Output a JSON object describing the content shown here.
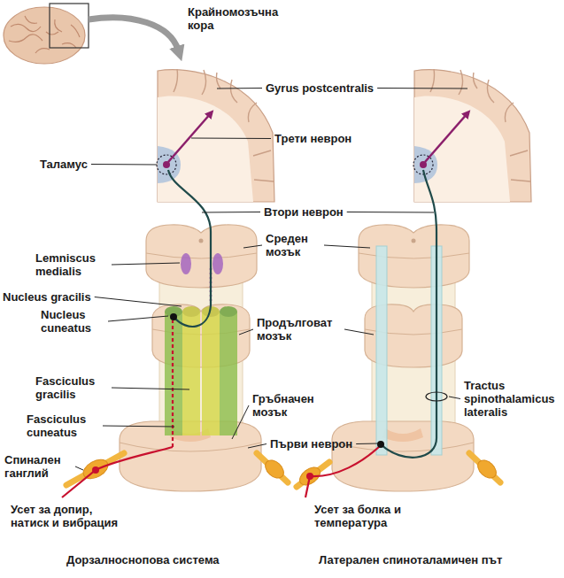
{
  "diagram": {
    "labels": [
      "Крайномозъчна кора",
      "Gyrus postcentralis",
      "Трети неврон",
      "Таламус",
      "Втори неврон",
      "Lemniscus medialis",
      "Среден мозък",
      "Nucleus gracilis",
      "Nucleus cuneatus",
      "Продълговат мозък",
      "Fasciculus gracilis",
      "Гръбначен мозък",
      "Tractus spinothalamicus lateralis",
      "Fasciculus cuneatus",
      "Първи неврон",
      "Спинален ганглий",
      "Усет за допир, натиск и вибрация",
      "Усет за болка и температура",
      "Дорзалноснопова система",
      "Латерален спиноталамичен път"
    ]
  }
}
